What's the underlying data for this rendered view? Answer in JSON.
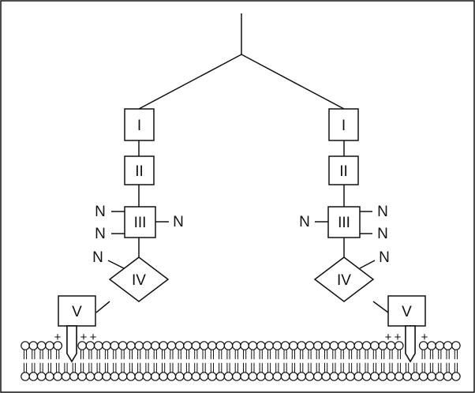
{
  "diagram": {
    "left_branch": {
      "domain_1": "I",
      "domain_2": "II",
      "domain_3": "III",
      "domain_4": "IV",
      "domain_5": "V",
      "glycan_labels": [
        "N",
        "N",
        "N",
        "N"
      ],
      "charges": [
        "+",
        "+",
        "+"
      ]
    },
    "right_branch": {
      "domain_1": "I",
      "domain_2": "II",
      "domain_3": "III",
      "domain_4": "IV",
      "domain_5": "V",
      "glycan_labels": [
        "N",
        "N",
        "N",
        "N"
      ],
      "charges": [
        "+",
        "+",
        "+"
      ]
    },
    "colors": {
      "stroke": "#111111",
      "background": "#ffffff"
    }
  }
}
